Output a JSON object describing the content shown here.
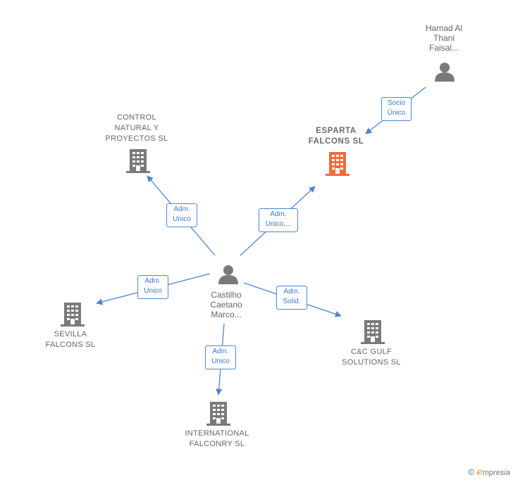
{
  "nodes": {
    "hamad": {
      "lines": [
        "Hamad Al",
        "Thani",
        "Faisal..."
      ],
      "type": "person"
    },
    "esparta": {
      "lines": [
        "ESPARTA",
        "FALCONS  SL"
      ],
      "type": "company-main"
    },
    "control": {
      "lines": [
        "CONTROL",
        "NATURAL Y",
        "PROYECTOS SL"
      ],
      "type": "company"
    },
    "castilho": {
      "lines": [
        "Castilho",
        "Caetano",
        "Marco..."
      ],
      "type": "person"
    },
    "sevilla": {
      "lines": [
        "SEVILLA",
        "FALCONS  SL"
      ],
      "type": "company"
    },
    "ccgulf": {
      "lines": [
        "C&C GULF",
        "SOLUTIONS  SL"
      ],
      "type": "company"
    },
    "international": {
      "lines": [
        "INTERNATIONAL",
        "FALCONRY SL"
      ],
      "type": "company"
    }
  },
  "relations": {
    "socio": [
      "Socio",
      "Único"
    ],
    "adm_control": [
      "Adm.",
      "Unico"
    ],
    "adm_esparta": [
      "Adm.",
      "Unico,..."
    ],
    "adm_sevilla": [
      "Adm.",
      "Unico"
    ],
    "adm_ccgulf": [
      "Adm.",
      "Solid."
    ],
    "adm_international": [
      "Adm.",
      "Unico"
    ]
  },
  "colors": {
    "edge": "#4a86d6",
    "icon": "#7a7a7a",
    "main_company": "#f26b3a",
    "label": "#666666"
  },
  "footer": {
    "copyright": "©",
    "brand_initial": "e",
    "brand_rest": "mpresia"
  }
}
